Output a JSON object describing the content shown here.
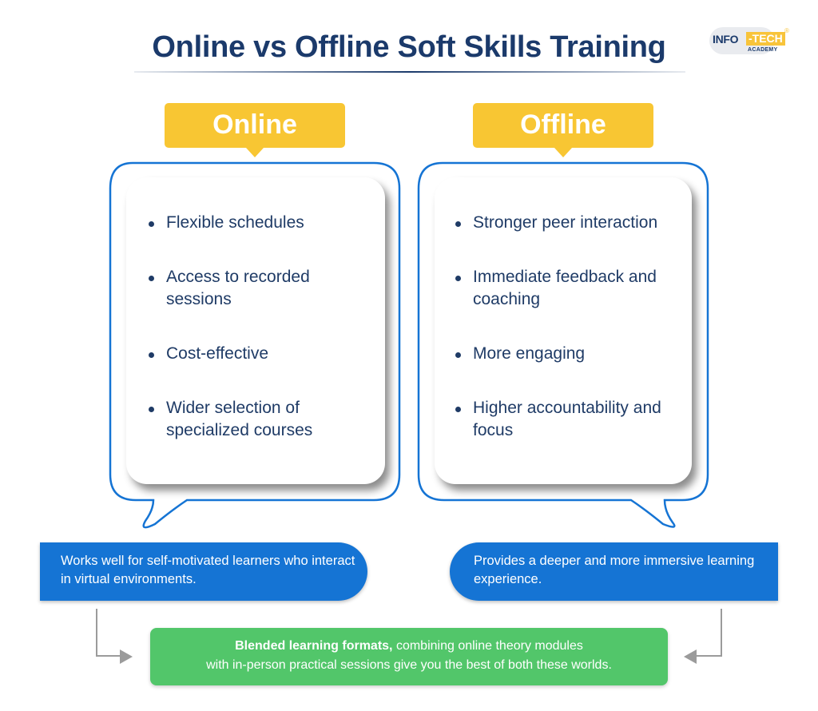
{
  "header": {
    "title": "Online vs Offline Soft Skills Training",
    "logo": {
      "part1": "INFO",
      "part2": "-TECH",
      "registered": "®",
      "subtitle": "ACADEMY"
    }
  },
  "online": {
    "label": "Online",
    "items": [
      "Flexible schedules",
      "Access to recorded sessions",
      "Cost-effective",
      "Wider selection of specialized courses"
    ],
    "note": "Works well for self-motivated learners who interact in virtual environments."
  },
  "offline": {
    "label": "Offline",
    "items": [
      "Stronger peer interaction",
      "Immediate feedback and coaching",
      "More engaging",
      "Higher accountability and focus"
    ],
    "note": "Provides a deeper and more immersive learning experience."
  },
  "blended": {
    "bold": "Blended learning formats,",
    "text_line1": " combining online theory modules",
    "text_line2": "with in-person practical sessions give you the best of both these worlds."
  },
  "colors": {
    "title": "#1b3a6b",
    "tag_yellow": "#f8c633",
    "bubble_outline": "#1574d4",
    "note_blue": "#1574d4",
    "blend_green": "#52c66a",
    "connector_gray": "#9b9b9b"
  }
}
